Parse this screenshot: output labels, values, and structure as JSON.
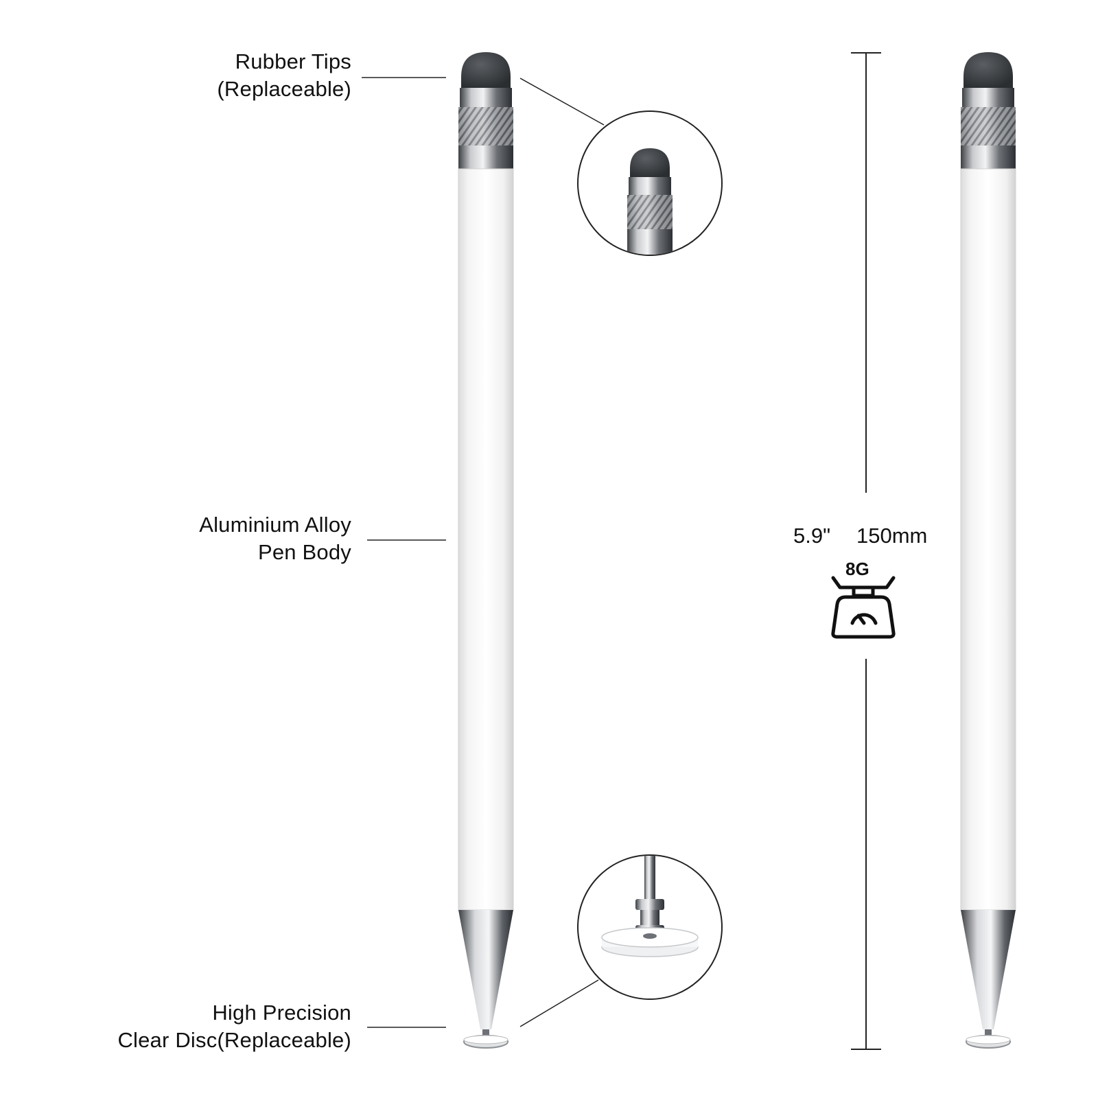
{
  "callouts": {
    "rubber_tips": {
      "line1": "Rubber Tips",
      "line2": "(Replaceable)"
    },
    "pen_body": {
      "line1": "Aluminium Alloy",
      "line2": "Pen Body"
    },
    "disc": {
      "line1": "High Precision",
      "line2": "Clear Disc(Replaceable)"
    }
  },
  "dimensions": {
    "length_in": "5.9\"",
    "length_mm": "150mm",
    "weight": "8G"
  },
  "icons": [
    "scale-icon"
  ],
  "colors": {
    "pen_body": "#f7f7f7",
    "rubber_tip": "#3a3d40",
    "metal": "#8c8f93",
    "text": "#111111"
  }
}
